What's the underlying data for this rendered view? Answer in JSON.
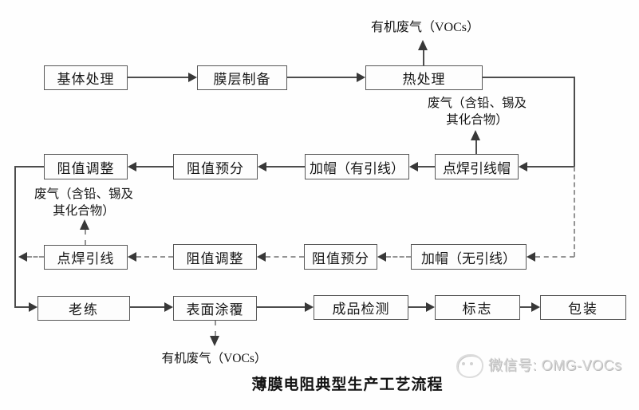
{
  "diagram": {
    "title": "薄膜电阻典型生产工艺流程",
    "watermark": "微信号: OMG-VOCs",
    "nodes": {
      "substrate": "基体处理",
      "film": "膜层制备",
      "heat": "热处理",
      "adjust2": "阻值调整",
      "presort2": "阻值预分",
      "cap_lead": "加帽（有引线）",
      "weld_cap": "点焊引线帽",
      "weld_lead": "点焊引线",
      "adjust3": "阻值调整",
      "presort3": "阻值预分",
      "cap_nolead": "加帽（无引线）",
      "aging": "老练",
      "coating": "表面涂覆",
      "inspection": "成品检测",
      "marking": "标志",
      "packing": "包装"
    },
    "emissions": {
      "voc_top": "有机废气（VOCs）",
      "lead_top_l1": "废气（含铅、锡及",
      "lead_top_l2": "其化合物）",
      "lead_left_l1": "废气（含铅、锡及",
      "lead_left_l2": "其化合物）",
      "voc_bottom": "有机废气（VOCs）"
    },
    "edges": [
      {
        "from": "基体处理",
        "to": "膜层制备",
        "style": "solid"
      },
      {
        "from": "膜层制备",
        "to": "热处理",
        "style": "solid"
      },
      {
        "from": "热处理",
        "to": "有机废气（VOCs）",
        "style": "emission-up"
      },
      {
        "from": "热处理",
        "to": "点焊引线帽",
        "style": "solid"
      },
      {
        "from": "点焊引线帽",
        "to": "废气（含铅、锡及其化合物）",
        "style": "emission-up"
      },
      {
        "from": "点焊引线帽",
        "to": "加帽（有引线）",
        "style": "solid"
      },
      {
        "from": "加帽（有引线）",
        "to": "阻值预分",
        "style": "solid"
      },
      {
        "from": "阻值预分",
        "to": "阻值调整",
        "style": "solid"
      },
      {
        "from": "阻值调整",
        "to": "老练",
        "style": "solid"
      },
      {
        "from": "热处理",
        "to": "加帽（无引线）",
        "style": "dashed"
      },
      {
        "from": "加帽（无引线）",
        "to": "阻值预分",
        "style": "dashed"
      },
      {
        "from": "阻值预分",
        "to": "阻值调整",
        "style": "dashed"
      },
      {
        "from": "阻值调整",
        "to": "点焊引线",
        "style": "dashed"
      },
      {
        "from": "点焊引线",
        "to": "废气（含铅、锡及其化合物）",
        "style": "emission-up"
      },
      {
        "from": "点焊引线",
        "to": "老练",
        "style": "dashed"
      },
      {
        "from": "老练",
        "to": "表面涂覆",
        "style": "solid"
      },
      {
        "from": "表面涂覆",
        "to": "有机废气（VOCs）",
        "style": "emission-down"
      },
      {
        "from": "表面涂覆",
        "to": "成品检测",
        "style": "solid"
      },
      {
        "from": "成品检测",
        "to": "标志",
        "style": "solid"
      },
      {
        "from": "标志",
        "to": "包装",
        "style": "solid"
      }
    ],
    "colors": {
      "solid_line": "#4d4d4d",
      "dashed_line": "#949494",
      "box_border": "#585858",
      "text": "#161616",
      "watermark": "#d6d6d6"
    }
  }
}
